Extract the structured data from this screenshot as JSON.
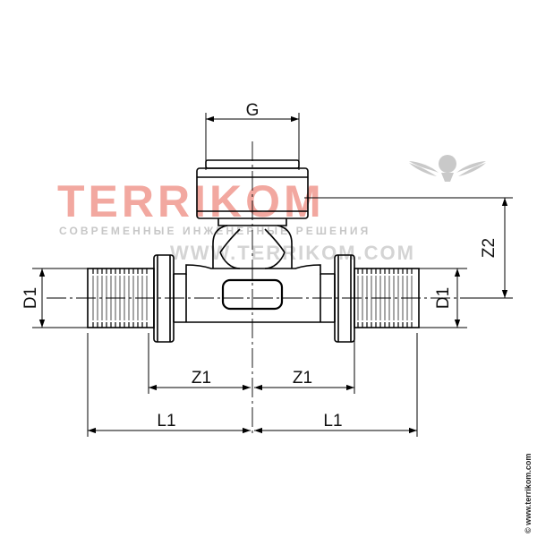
{
  "labels": {
    "g": "G",
    "z2": "Z2",
    "d1_left": "D1",
    "d1_right": "D1",
    "z1_left": "Z1",
    "z1_right": "Z1",
    "l1_left": "L1",
    "l1_right": "L1"
  },
  "watermark": {
    "brand": "TERRIKOM",
    "tagline": "СОВРЕМЕННЫЕ ИНЖЕНЕРНЫЕ РЕШЕНИЯ",
    "url": "WWW.TERRIKOM.COM",
    "copyright": "© www.terrikom.com",
    "brand_color": "#f2a8a0"
  }
}
